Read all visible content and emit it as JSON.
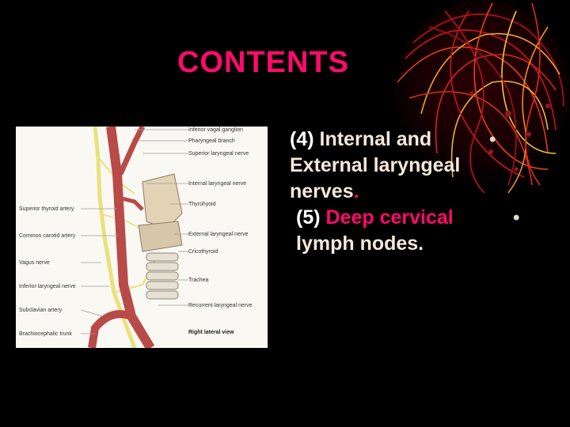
{
  "slide": {
    "title": "CONTENTS",
    "figure": {
      "view_label": "Right lateral view",
      "labels_right": [
        "Inferior vagal ganglion",
        "Pharyngeal branch",
        "Superior laryngeal nerve",
        "Internal laryngeal nerve",
        "Thyrohyoid",
        "External laryngeal nerve",
        "Cricothyroid",
        "Trachea",
        "Recurrent laryngeal nerve"
      ],
      "labels_left": [
        "Superior thyroid artery",
        "Common carotid artery",
        "Vagus nerve",
        "Inferior laryngeal nerve",
        "Subclavian artery",
        "Brachiocephalic trunk"
      ]
    },
    "bullets": [
      {
        "number": "(4)",
        "text": "Internal and External laryngeal nerves",
        "suffix": "."
      },
      {
        "number": "(5)",
        "text_highlight": "Deep cervical",
        "text": "lymph nodes."
      }
    ],
    "colors": {
      "background": "#000000",
      "accent": "#FF0A6C",
      "body_text": "#F4E8D8",
      "artery": "#B84A48",
      "nerve": "#E9E27A"
    }
  }
}
